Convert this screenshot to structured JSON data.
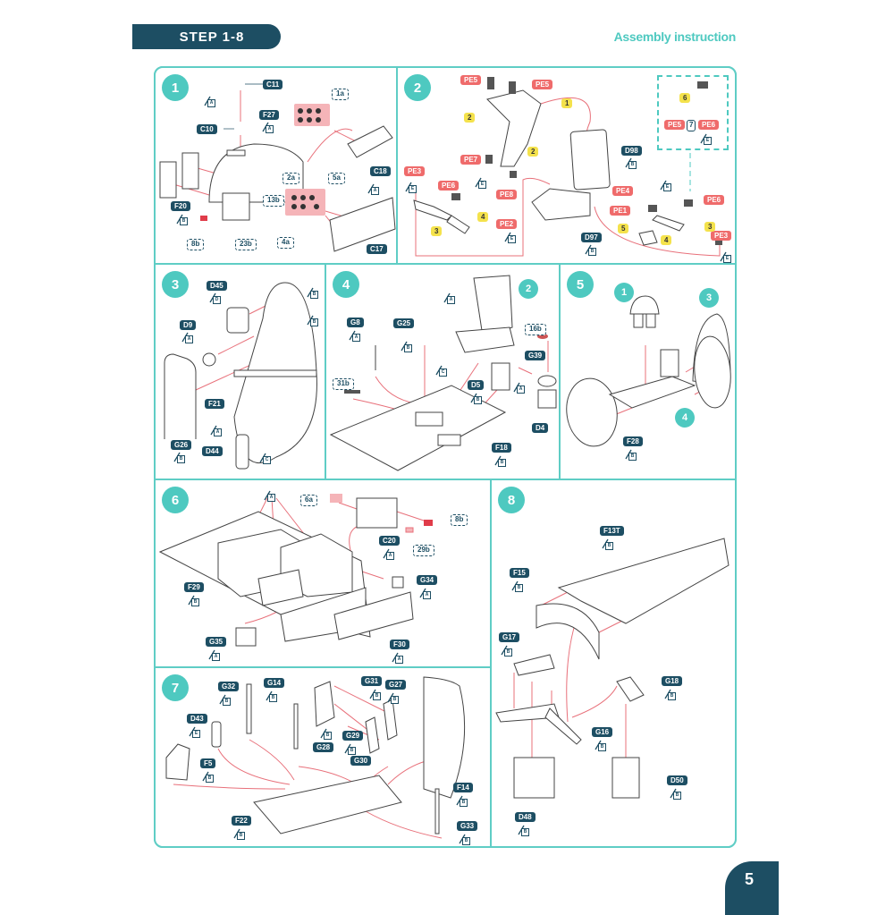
{
  "header": {
    "step_range": "STEP 1-8",
    "title": "Assembly instruction"
  },
  "page_number": "5",
  "colors": {
    "navy": "#1d4e63",
    "teal": "#4ec9c0",
    "pe_red": "#ef6b6b",
    "number_yellow": "#f4e24c",
    "arrow_red": "#e8707a"
  },
  "panels": [
    {
      "step": "1",
      "parts": [
        "C11",
        "C10",
        "F27",
        "C18",
        "C17",
        "F20"
      ],
      "decals": [
        "1a",
        "2a",
        "5a",
        "13b",
        "8b",
        "23b",
        "4a"
      ],
      "glue": [
        "A",
        "A",
        "A",
        "B"
      ]
    },
    {
      "step": "2",
      "parts": [
        "D98",
        "D97"
      ],
      "pe": [
        "PE5",
        "PE5",
        "PE7",
        "PE8",
        "PE3",
        "PE6",
        "PE2",
        "PE4",
        "PE1",
        "PE6",
        "PE3"
      ],
      "numbers": [
        "1",
        "2",
        "2",
        "3",
        "4",
        "5",
        "4",
        "3"
      ],
      "inset": {
        "number": "6",
        "pe_left": "PE5",
        "option": "7",
        "pe_right": "PE6",
        "glue": "E"
      },
      "glue": [
        "E",
        "E",
        "B",
        "B",
        "E",
        "E",
        "E"
      ]
    },
    {
      "step": "3",
      "parts": [
        "D45",
        "D9",
        "F21",
        "G26",
        "D44"
      ],
      "glue": [
        "D",
        "A",
        "B",
        "B",
        "A",
        "B",
        "C"
      ]
    },
    {
      "step": "4",
      "sub_assembly": "2",
      "parts": [
        "G8",
        "G25",
        "G39",
        "D5",
        "D4",
        "F18"
      ],
      "decals": [
        "16b",
        "31b"
      ],
      "glue": [
        "A",
        "A",
        "B",
        "C",
        "A",
        "B",
        "B"
      ]
    },
    {
      "step": "5",
      "sub_assemblies": [
        "1",
        "3",
        "4"
      ],
      "parts": [
        "F28"
      ],
      "glue": [
        "B"
      ]
    },
    {
      "step": "6",
      "parts": [
        "C20",
        "G34",
        "F29",
        "G35",
        "F30"
      ],
      "decals": [
        "6a",
        "8b",
        "29b"
      ],
      "glue": [
        "A",
        "A",
        "A",
        "B",
        "A",
        "A"
      ]
    },
    {
      "step": "7",
      "parts": [
        "G32",
        "G14",
        "G31",
        "G27",
        "D43",
        "F5",
        "G28",
        "G29",
        "G30",
        "F14",
        "F22",
        "G33"
      ],
      "glue": [
        "B",
        "B",
        "B",
        "B",
        "E",
        "B",
        "B",
        "B",
        "B",
        "B",
        "B"
      ]
    },
    {
      "step": "8",
      "parts": [
        "F13T",
        "F15",
        "G17",
        "G18",
        "G16",
        "D50",
        "D48"
      ],
      "glue": [
        "B",
        "B",
        "B",
        "B",
        "B",
        "B",
        "B"
      ]
    }
  ]
}
